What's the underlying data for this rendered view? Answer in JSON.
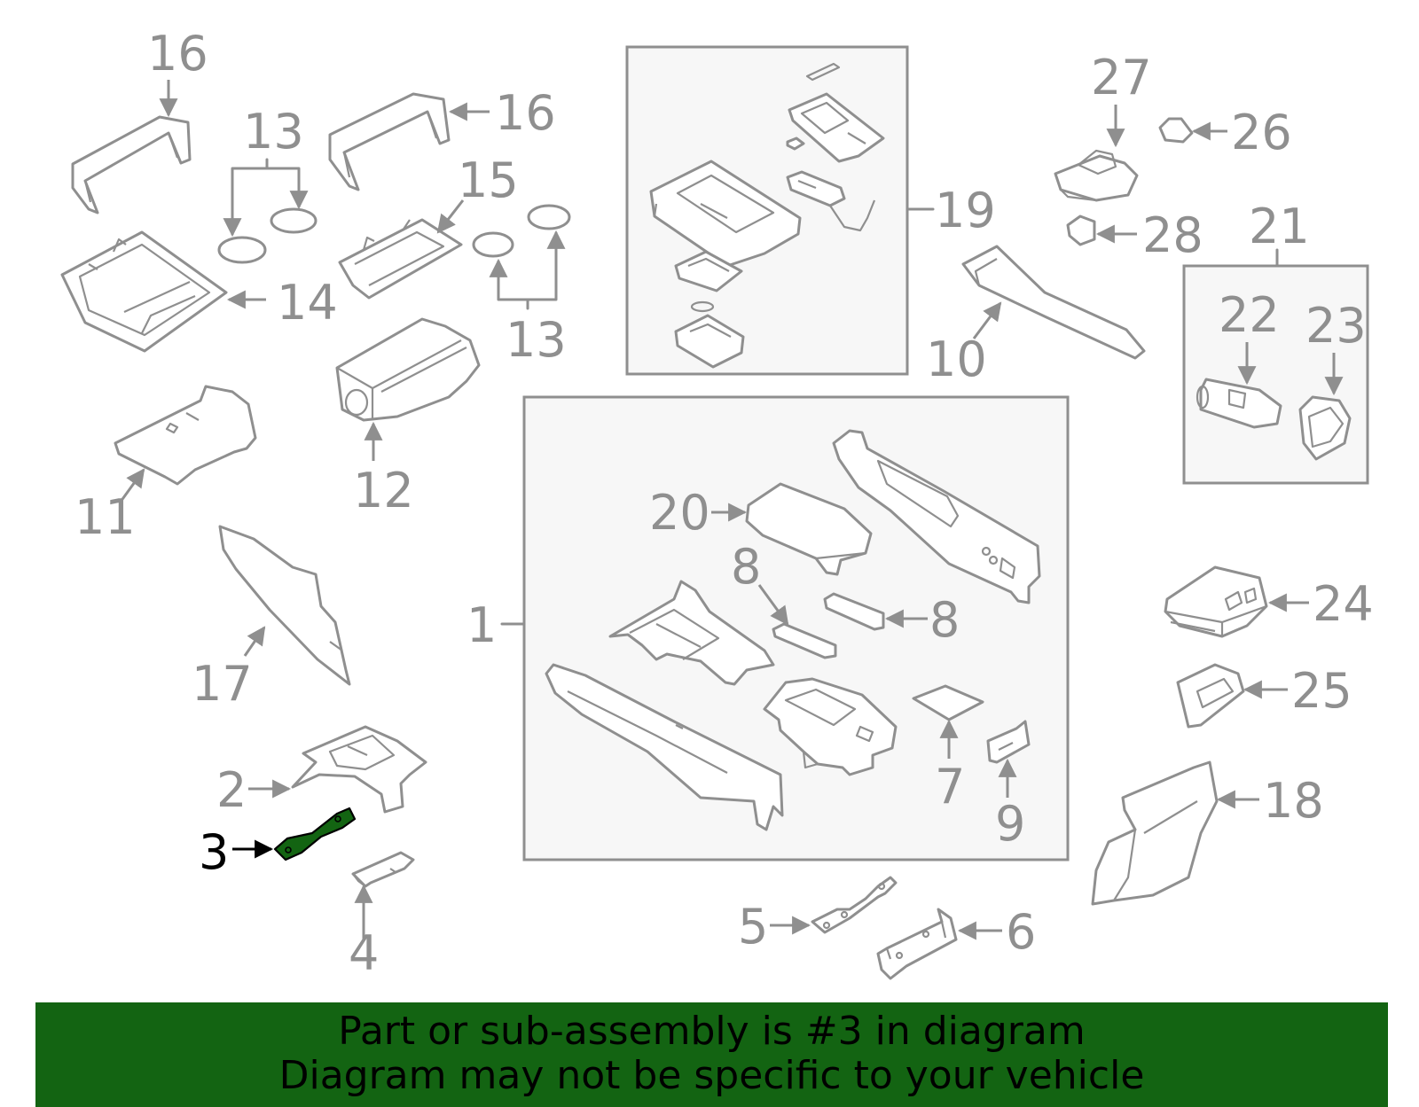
{
  "diagram": {
    "highlight_color": "#136412",
    "line_color": "#8f8f8f",
    "callouts": {
      "c1": "1",
      "c2": "2",
      "c3": "3",
      "c4": "4",
      "c5": "5",
      "c6": "6",
      "c7": "7",
      "c8a": "8",
      "c8b": "8",
      "c9": "9",
      "c10": "10",
      "c11": "11",
      "c12": "12",
      "c13a": "13",
      "c13b": "13",
      "c14": "14",
      "c15": "15",
      "c16a": "16",
      "c16b": "16",
      "c17": "17",
      "c18": "18",
      "c19": "19",
      "c20": "20",
      "c21": "21",
      "c22": "22",
      "c23": "23",
      "c24": "24",
      "c25": "25",
      "c26": "26",
      "c27": "27",
      "c28": "28"
    },
    "highlighted_part": "3"
  },
  "banner": {
    "background": "#136412",
    "line1": "Part or sub-assembly is #3 in diagram",
    "line2": "Diagram may not be specific to your vehicle"
  }
}
